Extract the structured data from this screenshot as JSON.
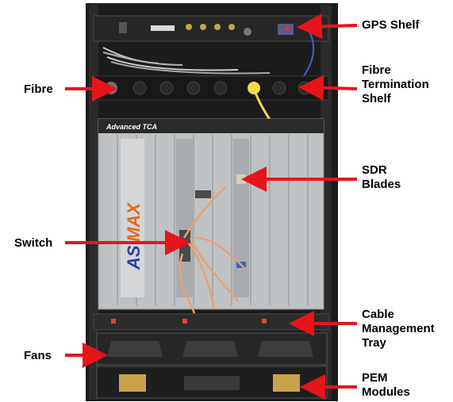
{
  "image": {
    "subject": "Telecom equipment rack",
    "colors": {
      "background": "#ffffff",
      "rack": "#1c1c1c",
      "chassis": "#bfc2c4",
      "arrow": "#e8141b",
      "cable_yellow": "#f2d84a",
      "cable_orange": "#e8a070",
      "asmax_blue": "#2a3f9e",
      "asmax_orange": "#e06a1e"
    },
    "brand_text": {
      "chassis_logo": "Advanced TCA",
      "panel_logo_blue": "AS",
      "panel_logo_orange": "MAX"
    }
  },
  "annotations": {
    "gps_shelf": {
      "label": "GPS Shelf"
    },
    "fibre": {
      "label": "Fibre"
    },
    "fibre_termination_shelf": {
      "line1": "Fibre",
      "line2": "Termination",
      "line3": "Shelf"
    },
    "sdr_blades": {
      "line1": "SDR",
      "line2": "Blades"
    },
    "switch": {
      "label": "Switch"
    },
    "cable_management_tray": {
      "line1": "Cable",
      "line2": "Management",
      "line3": "Tray"
    },
    "fans": {
      "label": "Fans"
    },
    "pem_modules": {
      "line1": "PEM",
      "line2": "Modules"
    }
  }
}
